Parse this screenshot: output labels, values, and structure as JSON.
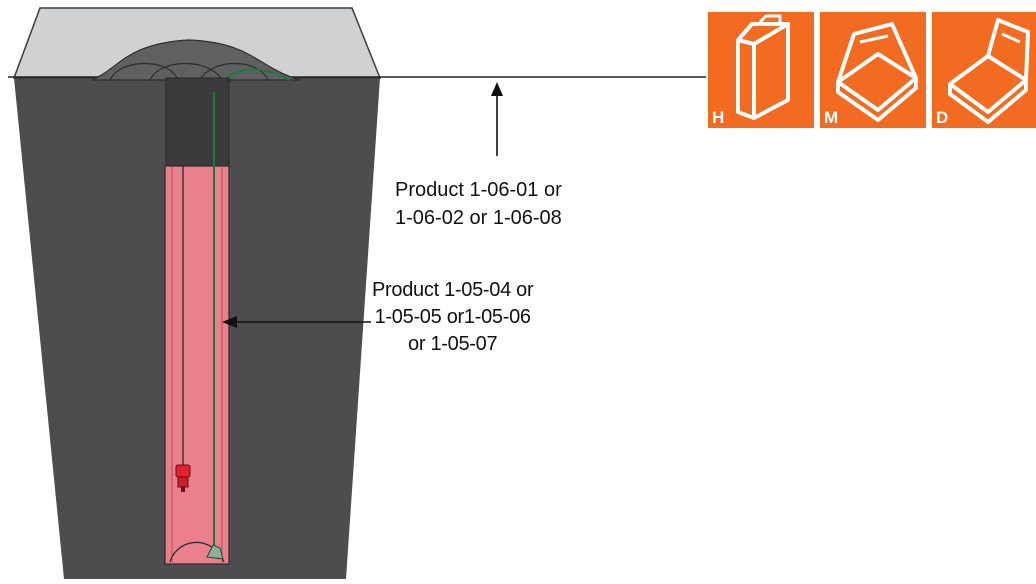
{
  "colors": {
    "ground": "#4d4d4f",
    "surface": "#cfd1d3",
    "mound": "#5e6062",
    "collar": "#3a3b3d",
    "casing": "#e9808c",
    "cable": "#1e7a3a",
    "badge": "#f26b21",
    "badge_text": "#ffffff"
  },
  "labels": {
    "surface_unit": [
      "Product 1-06-01 or",
      "1-06-02 or 1-06-08"
    ],
    "borehole_unit": [
      "Product 1-05-04 or",
      "1-05-05 or1-05-06",
      "or 1-05-07"
    ]
  },
  "badges": [
    {
      "letter": "H",
      "icon": "upright-case-icon"
    },
    {
      "letter": "M",
      "icon": "open-case-icon"
    },
    {
      "letter": "D",
      "icon": "open-case-icon"
    }
  ]
}
